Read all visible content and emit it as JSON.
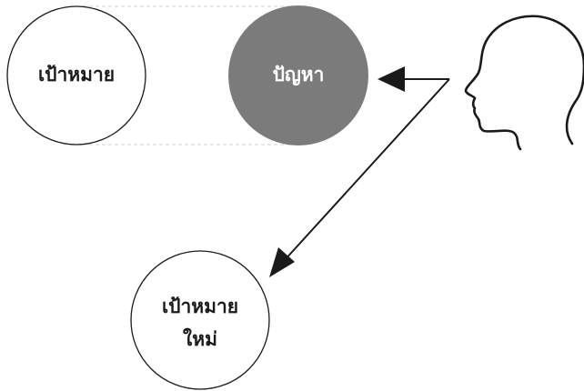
{
  "nodes": {
    "goal": {
      "label": "เป้าหมาย"
    },
    "problem": {
      "label": "ปัญหา"
    },
    "new_goal": {
      "line1": "เป้าหมาย",
      "line2": "ใหม่"
    }
  },
  "colors": {
    "problem_fill": "#7b7b7b",
    "outline": "#1a1a1a",
    "guide": "#cfcfcf",
    "text_dark": "#1a1a1a",
    "text_light": "#ffffff"
  },
  "icons": {
    "thinker": "human-head-profile-icon"
  }
}
